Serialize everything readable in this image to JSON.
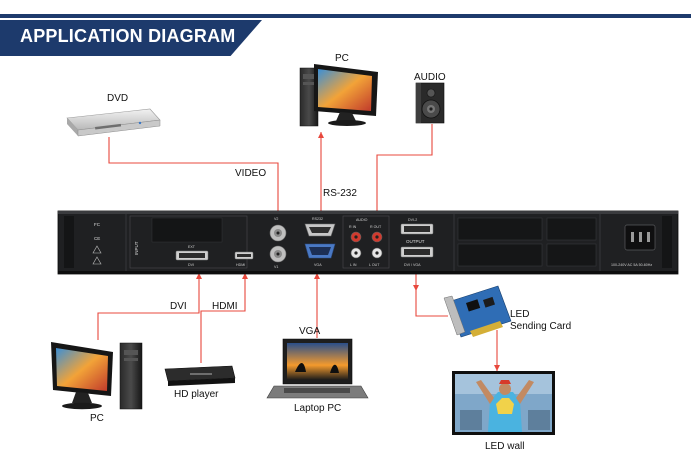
{
  "header": {
    "title": "APPLICATION DIAGRAM"
  },
  "labels": {
    "dvd": "DVD",
    "pc_top": "PC",
    "audio": "AUDIO",
    "video": "VIDEO",
    "rs232": "RS-232",
    "dvi": "DVI",
    "hdmi": "HDMI",
    "vga": "VGA",
    "pc_bottom": "PC",
    "hd_player": "HD player",
    "laptop_pc": "Laptop PC",
    "led_sending_line1": "LED",
    "led_sending_line2": "Sending Card",
    "led_wall": "LED wall"
  },
  "panel": {
    "input": "INPUT",
    "ext": "EXT",
    "dvi": "DVI",
    "hdmi": "HDMI",
    "v2": "V2",
    "v1": "V1",
    "rs232": "RS232",
    "vga": "VGA",
    "audio": "AUDIO",
    "r_in": "R IN",
    "r_out": "R OUT",
    "l_in": "L IN",
    "l_out": "L OUT",
    "dvi2": "DVI-2",
    "output": "OUTPUT",
    "dvi_vga": "DVI / VGA",
    "power": "100-240V AC 5A 50-60Hz"
  },
  "colors": {
    "header_bg": "#1d3a6c",
    "wire": "#e8483d",
    "chassis": "#1f2022"
  }
}
